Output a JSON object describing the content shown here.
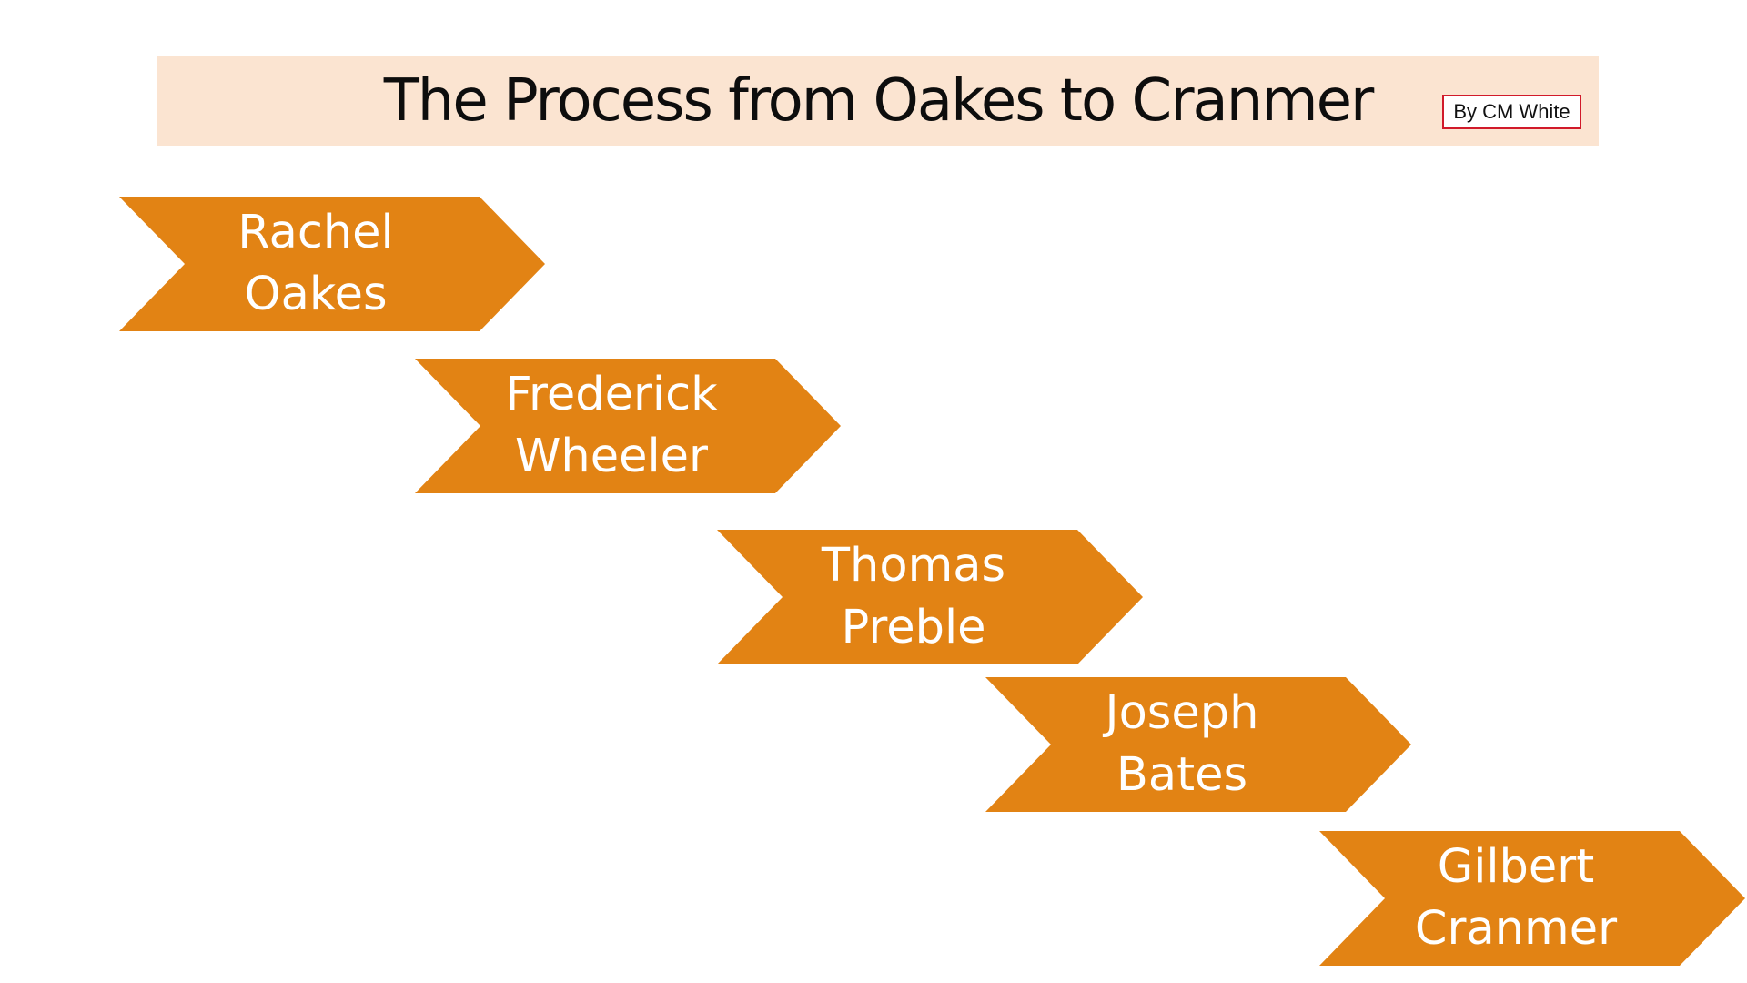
{
  "slide": {
    "title": "The Process from Oakes to Cranmer",
    "author": "By CM White",
    "colors": {
      "title_band": "#fbe4d1",
      "chevron_fill": "#e28314",
      "chevron_text": "#ffffff",
      "author_border": "#d11a2a"
    }
  },
  "steps": [
    {
      "line1": "Rachel",
      "line2": "Oakes"
    },
    {
      "line1": "Frederick",
      "line2": "Wheeler"
    },
    {
      "line1": "Thomas",
      "line2": "Preble"
    },
    {
      "line1": "Joseph",
      "line2": "Bates"
    },
    {
      "line1": "Gilbert",
      "line2": "Cranmer"
    }
  ]
}
